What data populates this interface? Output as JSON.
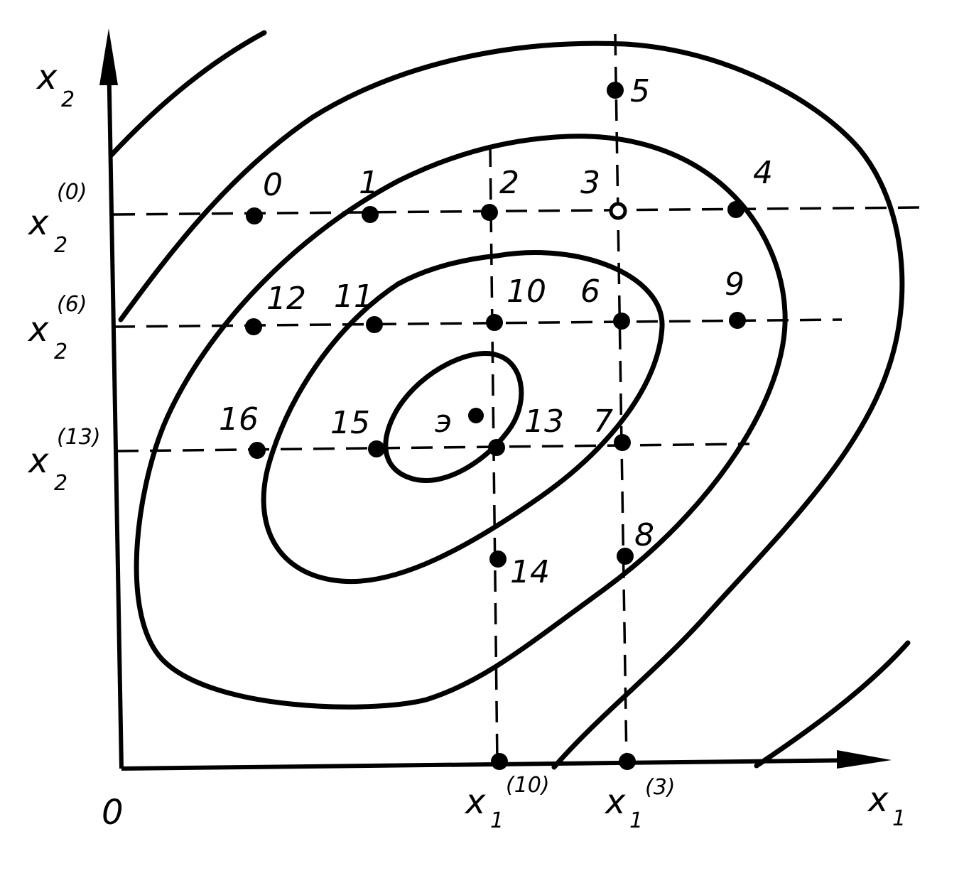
{
  "axes": {
    "x_label_main": "x",
    "x_label_sub": "1",
    "y_label_main": "x",
    "y_label_sub": "2",
    "origin": "0"
  },
  "tick_labels": {
    "y0": {
      "main": "x",
      "sub": "2",
      "sup": "(0)"
    },
    "y6": {
      "main": "x",
      "sub": "2",
      "sup": "(6)"
    },
    "y13": {
      "main": "x",
      "sub": "2",
      "sup": "(13)"
    },
    "x10": {
      "main": "x",
      "sub": "1",
      "sup": "(10)"
    },
    "x3": {
      "main": "x",
      "sub": "1",
      "sup": "(3)"
    }
  },
  "points": [
    {
      "id": "0",
      "label": "0"
    },
    {
      "id": "1",
      "label": "1"
    },
    {
      "id": "2",
      "label": "2"
    },
    {
      "id": "3",
      "label": "3"
    },
    {
      "id": "4",
      "label": "4"
    },
    {
      "id": "5",
      "label": "5"
    },
    {
      "id": "6",
      "label": "6"
    },
    {
      "id": "7",
      "label": "7"
    },
    {
      "id": "8",
      "label": "8"
    },
    {
      "id": "9",
      "label": "9"
    },
    {
      "id": "10",
      "label": "10"
    },
    {
      "id": "11",
      "label": "11"
    },
    {
      "id": "12",
      "label": "12"
    },
    {
      "id": "13",
      "label": "13"
    },
    {
      "id": "14",
      "label": "14"
    },
    {
      "id": "15",
      "label": "15"
    },
    {
      "id": "16",
      "label": "16"
    },
    {
      "id": "e",
      "label": "э"
    }
  ]
}
